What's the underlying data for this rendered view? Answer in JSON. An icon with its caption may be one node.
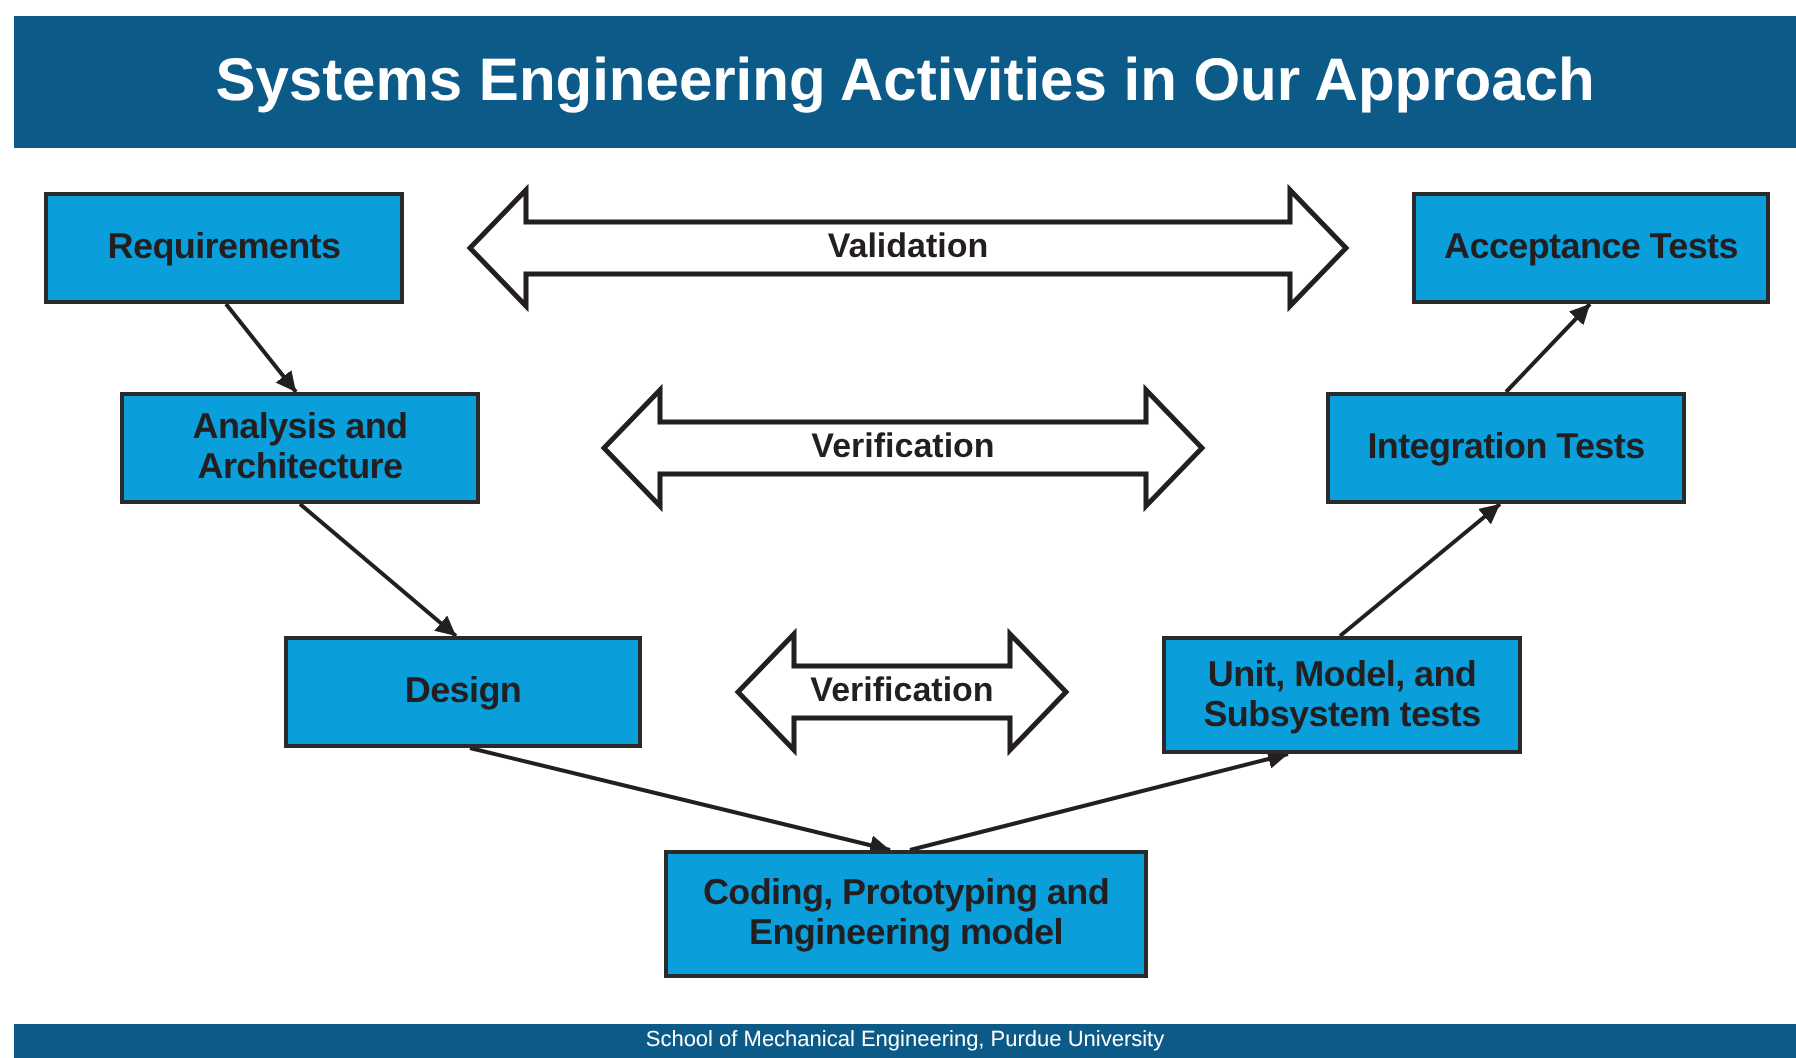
{
  "diagram": {
    "title": "Systems Engineering Activities in Our Approach",
    "nodes": [
      {
        "text": [
          "Requirements"
        ]
      },
      {
        "text": [
          "Analysis and Architecture"
        ]
      },
      {
        "text": [
          "Design"
        ]
      },
      {
        "text": [
          "Coding, Prototyping and Engineering model"
        ]
      },
      {
        "text": [
          "Unit, Model, and Subsystem tests"
        ]
      },
      {
        "text": [
          "Integration Tests"
        ]
      },
      {
        "text": [
          "Acceptance Tests"
        ]
      }
    ],
    "edges": [
      {
        "from": 0,
        "to": 1,
        "arrow": "to"
      },
      {
        "from": 1,
        "to": 2,
        "arrow": "to"
      },
      {
        "from": 2,
        "to": 3,
        "arrow": "to"
      },
      {
        "from": 3,
        "to": 4,
        "arrow": "to"
      },
      {
        "from": 4,
        "to": 5,
        "arrow": "to"
      },
      {
        "from": 5,
        "to": 6,
        "arrow": "to"
      },
      {
        "from": 0,
        "to": 6,
        "arrow": "both",
        "label": "Validation",
        "style": "thick"
      },
      {
        "from": 1,
        "to": 5,
        "arrow": "both",
        "label": "Verification",
        "style": "thick"
      },
      {
        "from": 2,
        "to": 4,
        "arrow": "both",
        "label": "Verification",
        "style": "thick"
      }
    ],
    "labels": [
      "School of Mechanical Engineering, Purdue University"
    ]
  }
}
